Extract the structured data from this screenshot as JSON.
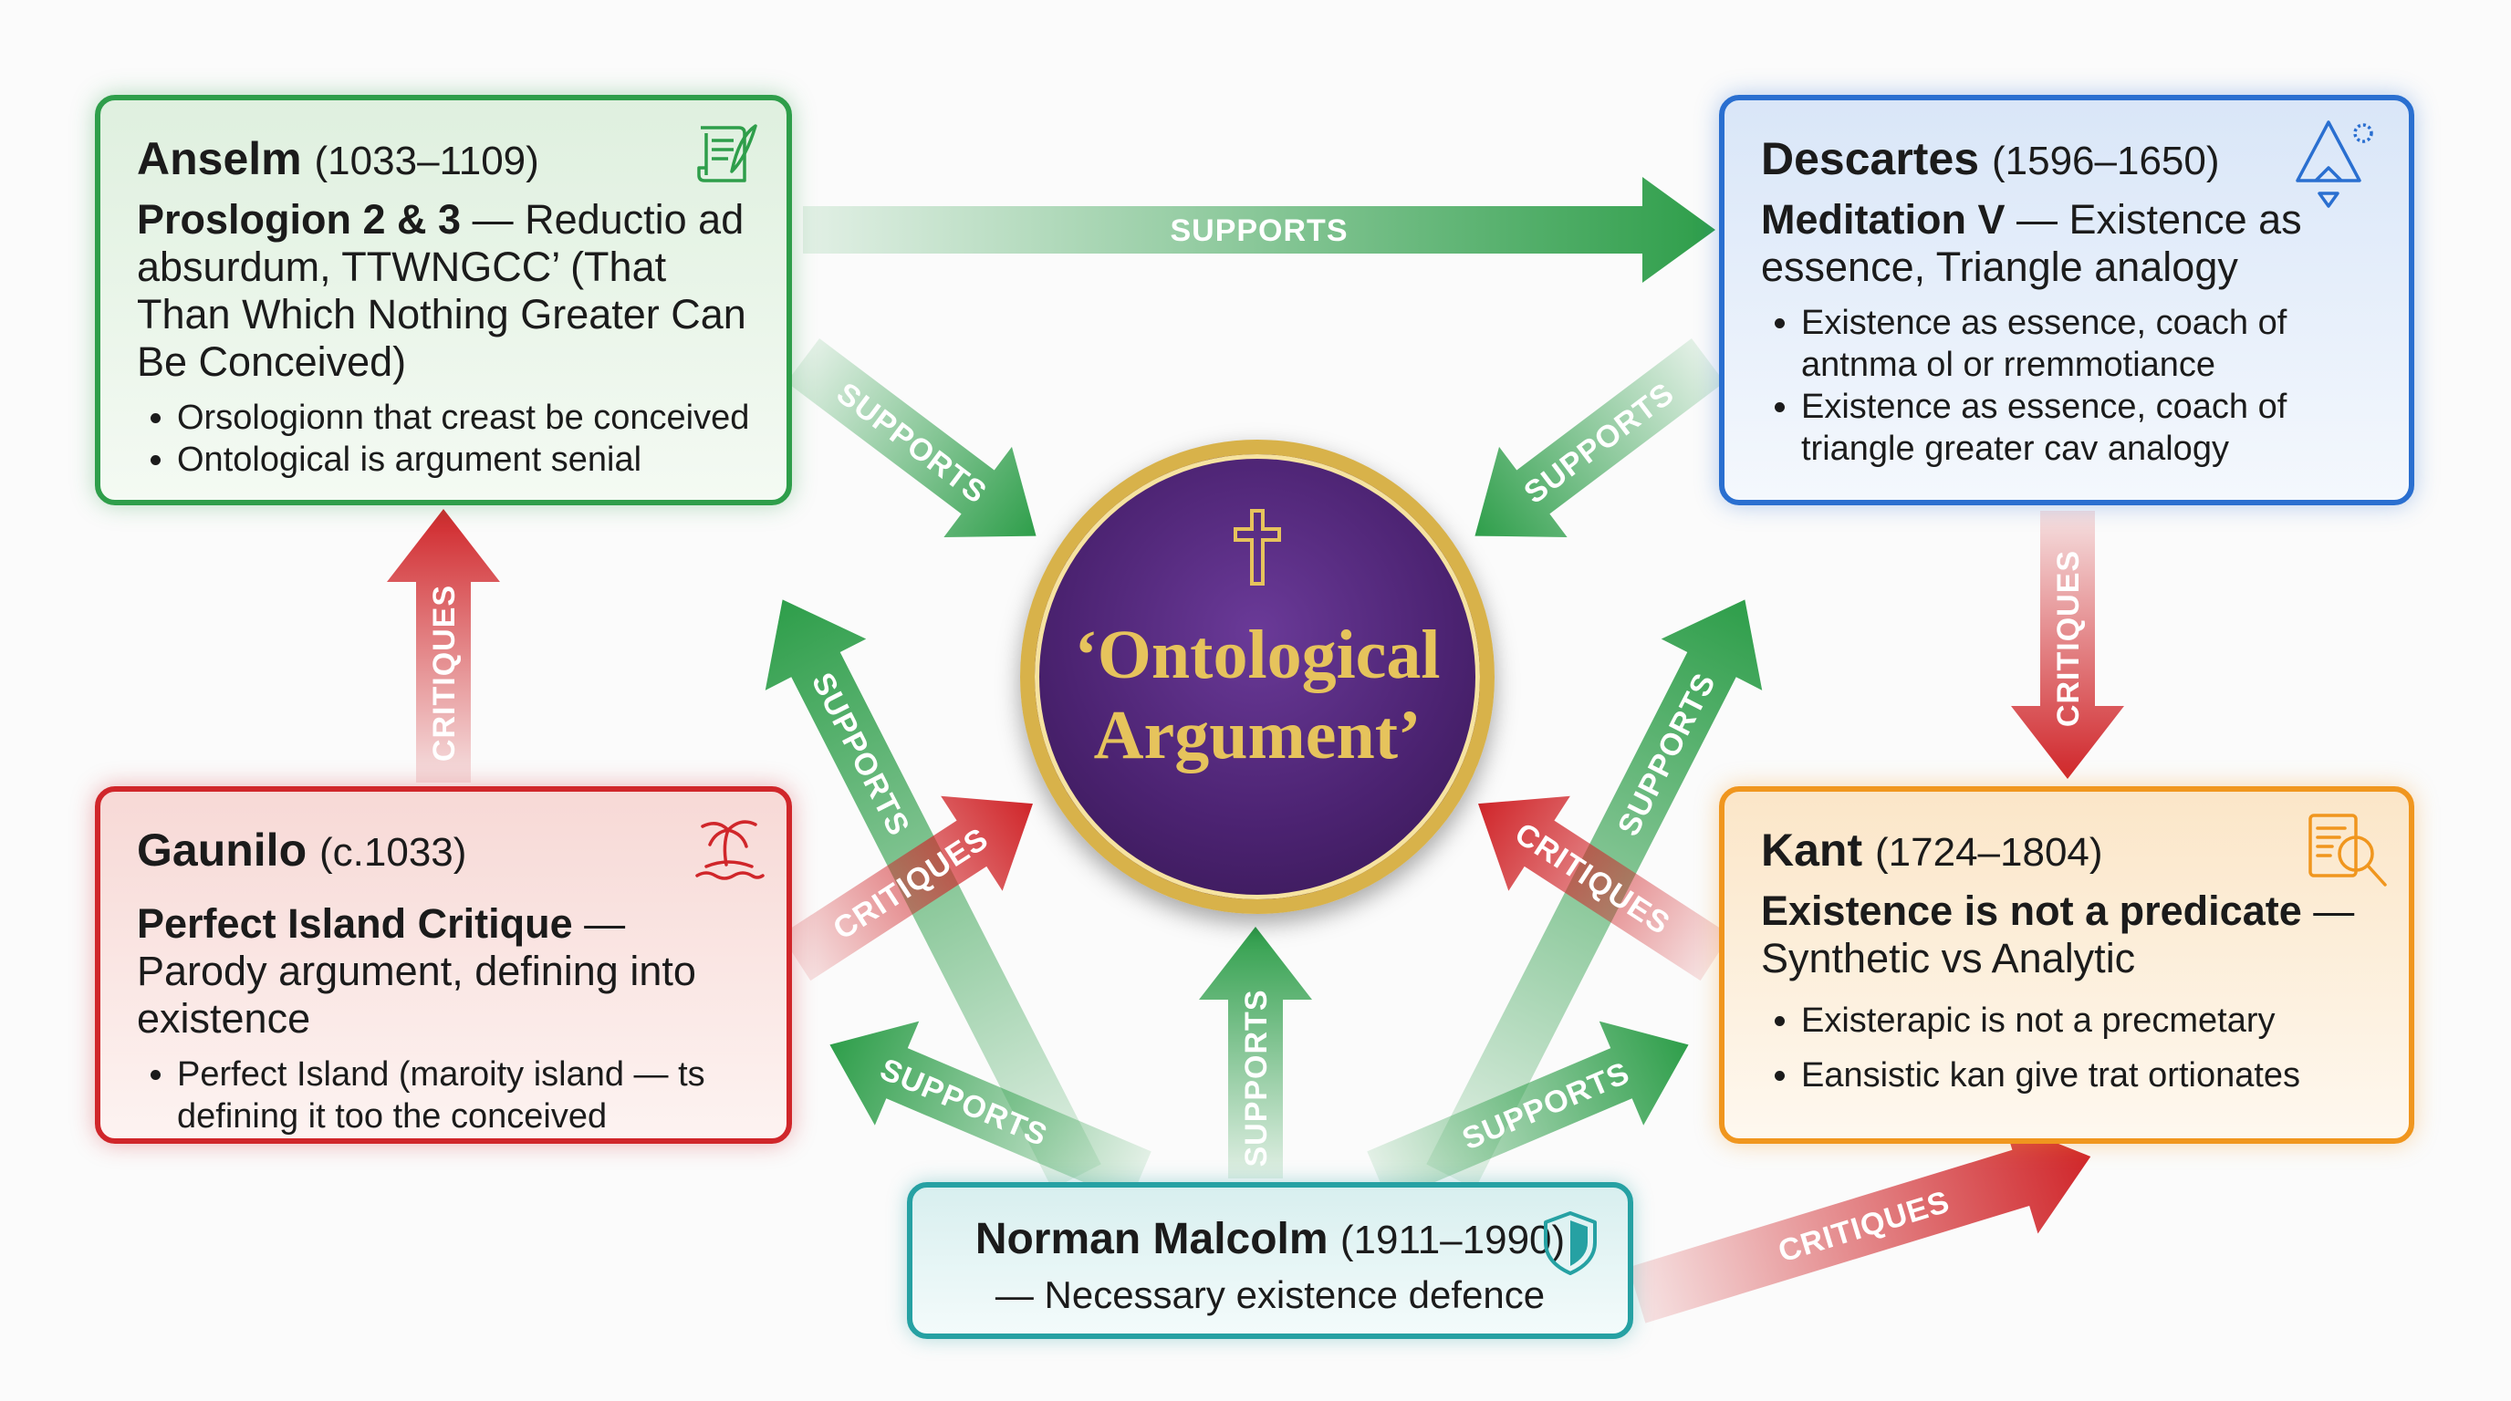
{
  "center": {
    "title_line1": "‘Ontological",
    "title_line2": "Argument’",
    "icon": "cross-icon"
  },
  "nodes": {
    "anselm": {
      "name": "Anselm",
      "dates": "(1033–1109)",
      "subtitle_lead": "Proslogion 2 & 3",
      "subtitle_rest": " — Reductio ad absurdum, TTWNGCC’ (That Than Which Nothing Greater Can Be Conceived)",
      "bullets": [
        "Orsologionn that creast be conceived",
        "Ontological is argument senial"
      ],
      "icon": "scroll-quill-icon"
    },
    "descartes": {
      "name": "Descartes",
      "dates": "(1596–1650)",
      "subtitle_lead": "Meditation V",
      "subtitle_rest": " — Existence as essence, Triangle analogy",
      "bullets": [
        "Existence as essence, coach of antnma ol or rremmotiance",
        "Existence as essence, coach of triangle greater cav analogy"
      ],
      "icon": "triangle-icon"
    },
    "gaunilo": {
      "name": "Gaunilo",
      "dates": "(c.1033)",
      "subtitle_lead": "Perfect Island Critique",
      "subtitle_rest": " — Parody argument, defining into existence",
      "bullets": [
        "Perfect Island (maroity island — ts defining it too the conceived"
      ],
      "icon": "island-palm-icon"
    },
    "kant": {
      "name": "Kant",
      "dates": "(1724–1804)",
      "subtitle_lead": "Existence is not a predicate",
      "subtitle_rest": " — Synthetic vs Analytic",
      "bullets": [
        "Existerapic is not a precmetary",
        "Eansistic kan give trat ortionates"
      ],
      "icon": "document-magnifier-icon"
    },
    "malcolm": {
      "name": "Norman Malcolm",
      "dates": "(1911–1990)",
      "desc": "— Necessary existence defence",
      "icon": "shield-icon"
    }
  },
  "edges": [
    {
      "from": "anselm",
      "to": "descartes",
      "label": "SUPPORTS",
      "color": "#2e9e4a"
    },
    {
      "from": "anselm",
      "to": "center",
      "label": "SUPPORTS",
      "color": "#2e9e4a"
    },
    {
      "from": "descartes",
      "to": "center",
      "label": "SUPPORTS",
      "color": "#2e9e4a"
    },
    {
      "from": "malcolm",
      "to": "anselm",
      "label": "SUPPORTS",
      "color": "#2e9e4a"
    },
    {
      "from": "malcolm",
      "to": "descartes",
      "label": "SUPPORTS",
      "color": "#2e9e4a"
    },
    {
      "from": "malcolm",
      "to": "center",
      "label": "SUPPORTS",
      "color": "#2e9e4a"
    },
    {
      "from": "malcolm",
      "to": "gaunilo",
      "label": "SUPPORTS",
      "color": "#2e9e4a"
    },
    {
      "from": "malcolm",
      "to": "kant",
      "label": "SUPPORTS",
      "color": "#2e9e4a"
    },
    {
      "from": "gaunilo",
      "to": "anselm",
      "label": "CRITIQUES",
      "color": "#d0262a"
    },
    {
      "from": "gaunilo",
      "to": "center",
      "label": "CRITIQUES",
      "color": "#d0262a"
    },
    {
      "from": "descartes",
      "to": "kant",
      "label": "CRITIQUES",
      "color": "#d0262a"
    },
    {
      "from": "kant",
      "to": "center",
      "label": "CRITIQUES",
      "color": "#d0262a"
    },
    {
      "from": "malcolm",
      "to": "kant",
      "label": "CRITIQUES",
      "color": "#d0262a"
    }
  ]
}
